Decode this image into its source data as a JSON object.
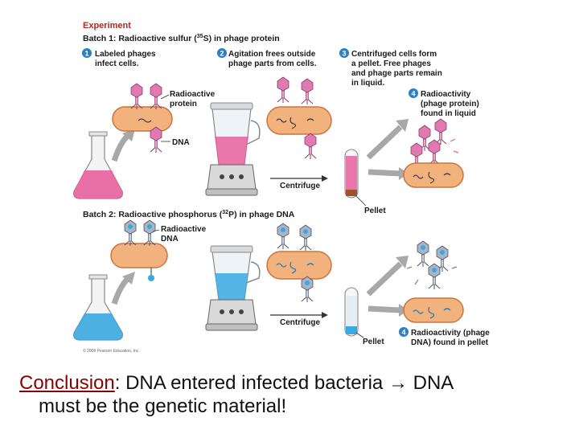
{
  "figure": {
    "heading": "Experiment",
    "batch1": {
      "title": "Batch 1: Radioactive sulfur (",
      "iso_mass": "35",
      "iso_rest": "S) in phage protein",
      "step1_num": "1",
      "step1_l1": "Labeled phages",
      "step1_l2": "infect cells.",
      "step2_num": "2",
      "step2_l1": "Agitation frees outside",
      "step2_l2": "phage parts from cells.",
      "step3_num": "3",
      "step3_l1": "Centrifuged cells form",
      "step3_l2": "a pellet. Free phages",
      "step3_l3": "and phage parts remain",
      "step3_l4": "in liquid.",
      "step4_num": "4",
      "step4_l1": "Radioactivity",
      "step4_l2": "(phage protein)",
      "step4_l3": "found in liquid",
      "label_protein_l1": "Radioactive",
      "label_protein_l2": "protein",
      "label_dna": "DNA",
      "label_centrifuge": "Centrifuge",
      "label_pellet": "Pellet"
    },
    "batch2": {
      "title": "Batch 2: Radioactive phosphorus (",
      "iso_mass": "32",
      "iso_rest": "P) in phage DNA",
      "label_dna_l1": "Radioactive",
      "label_dna_l2": "DNA",
      "label_centrifuge": "Centrifuge",
      "label_pellet": "Pellet",
      "step4_num": "4",
      "step4_l1": "Radioactivity  (phage",
      "step4_l2": "DNA) found in pellet"
    },
    "copyright": "© 2008 Pearson Education, Inc.",
    "colors": {
      "cell": "#f2b27d",
      "cell_edge": "#c9743d",
      "batch1_liquid": "#e8609f",
      "batch2_liquid": "#3aa9e0",
      "step_badge": "#2b7fc4",
      "arrow": "#a8a8a8",
      "phage_batch1": "#e07ab0",
      "phage_batch2": "#8a96a6"
    }
  },
  "conclusion": {
    "lead": "Conclusion",
    "text_a": ": DNA entered infected bacteria ",
    "arrow": "→",
    "text_b": " DNA",
    "line2": "must be the genetic material!"
  }
}
